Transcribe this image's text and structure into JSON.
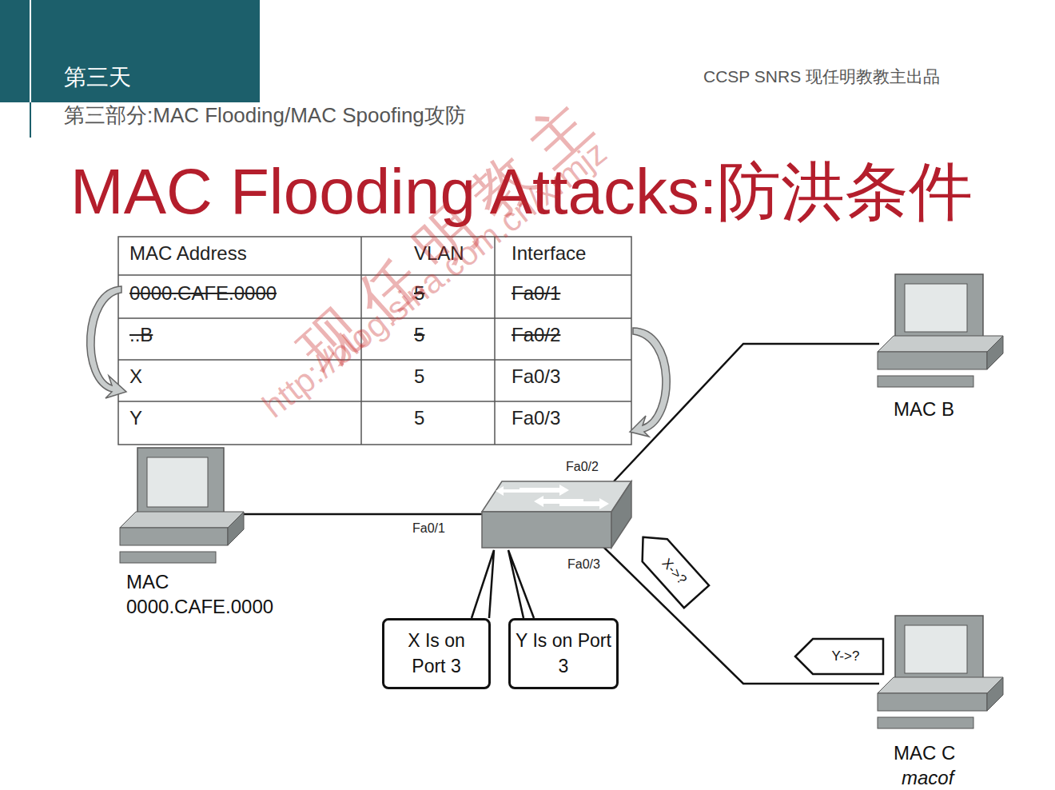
{
  "diagram": {
    "title": "MAC Flooding Attacks:防洪条件",
    "nodes": [
      {
        "text": [
          "MAC 0000.CAFE.0000"
        ]
      },
      {
        "text": [
          "MAC B"
        ]
      },
      {
        "text": [
          "MAC C",
          "macof"
        ]
      },
      {
        "text": [
          "X Is on Port 3"
        ]
      },
      {
        "text": [
          "Y Is on Port 3"
        ]
      },
      {
        "text": [
          "X->?"
        ]
      },
      {
        "text": [
          "Y->?"
        ]
      }
    ],
    "labels": [
      "第三天",
      "第三部分:MAC Flooding/MAC Spoofing攻防",
      "CCSP SNRS 现任明教教主出品",
      "MAC Address",
      "VLAN",
      "Interface",
      "0000.CAFE.0000",
      "5",
      "Fa0/1",
      "..B",
      "5",
      "Fa0/2",
      "X",
      "5",
      "Fa0/3",
      "Y",
      "5",
      "Fa0/3",
      "Fa0/2",
      "Fa0/1",
      "Fa0/3",
      "现任明教主",
      "http://blog.sina.com.cn/xrmjz"
    ]
  }
}
